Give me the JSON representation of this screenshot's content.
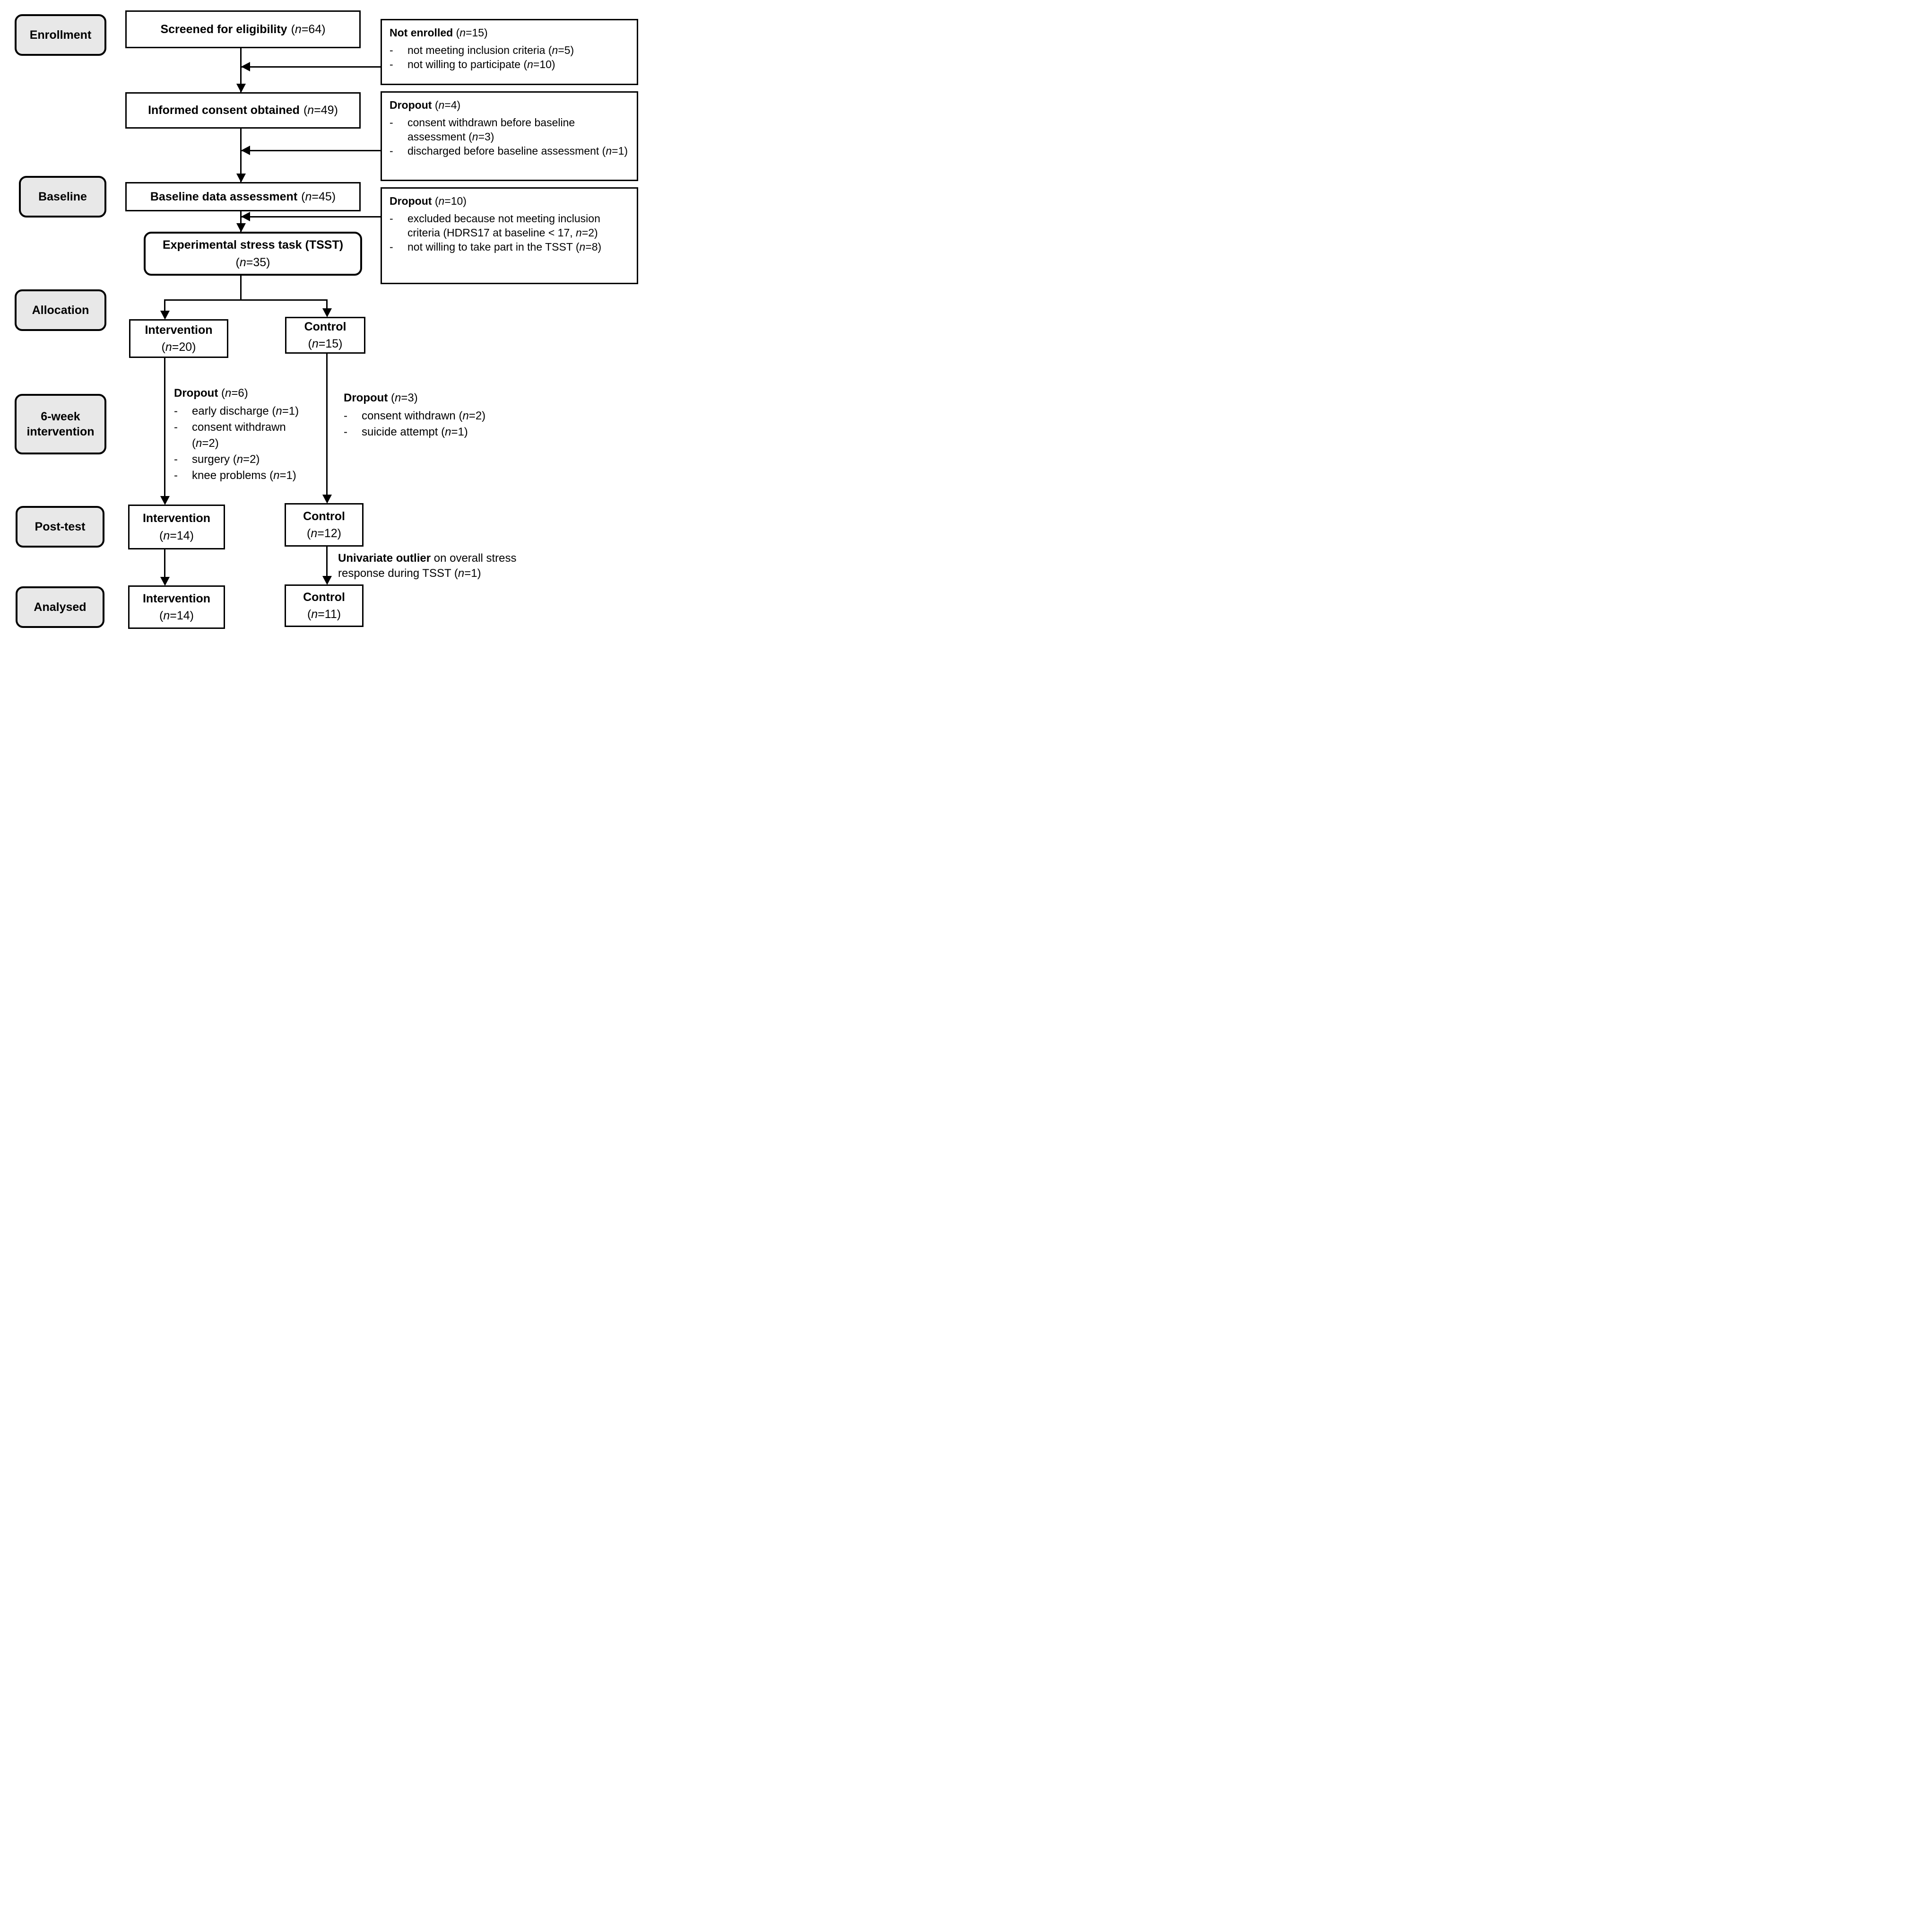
{
  "stages": {
    "enrollment": "Enrollment",
    "baseline": "Baseline",
    "allocation": "Allocation",
    "six_week": "6-week intervention",
    "post_test": "Post-test",
    "analysed": "Analysed"
  },
  "boxes": {
    "screened": {
      "bold": "Screened for eligibility",
      "n": "(n=64)"
    },
    "informed": {
      "bold": "Informed consent obtained",
      "n": "(n=49)"
    },
    "baseline_assessment": {
      "bold": "Baseline data assessment",
      "n": "(n=45)"
    },
    "tsst": {
      "bold": "Experimental stress task (TSST)",
      "n": "(n=35)"
    },
    "alloc_intervention": {
      "bold": "Intervention",
      "n": "(n=20)"
    },
    "alloc_control": {
      "bold": "Control",
      "n": "(n=15)"
    },
    "post_intervention": {
      "bold": "Intervention",
      "n": "(n=14)"
    },
    "post_control": {
      "bold": "Control",
      "n": "(n=12)"
    },
    "analysed_intervention": {
      "bold": "Intervention",
      "n": "(n=14)"
    },
    "analysed_control": {
      "bold": "Control",
      "n": "(n=11)"
    }
  },
  "side_notes": {
    "not_enrolled": {
      "title_bold": "Not enrolled",
      "title_n": "(n=15)",
      "items": [
        "not meeting inclusion criteria (n=5)",
        "not willing to participate (n=10)"
      ]
    },
    "dropout_before_baseline": {
      "title_bold": "Dropout",
      "title_n": "(n=4)",
      "items": [
        "consent withdrawn before baseline assessment (n=3)",
        "discharged before baseline assessment (n=1)"
      ]
    },
    "dropout_before_tsst": {
      "title_bold": "Dropout",
      "title_n": "(n=10)",
      "items": [
        "excluded because not meeting inclusion criteria (HDRS17 at baseline < 17, n=2)",
        "not willing to take part in the TSST (n=8)"
      ]
    },
    "dropout_intervention": {
      "title_bold": "Dropout",
      "title_n": "(n=6)",
      "items": [
        "early discharge (n=1)",
        "consent withdrawn (n=2)",
        "surgery (n=2)",
        "knee problems (n=1)"
      ]
    },
    "dropout_control": {
      "title_bold": "Dropout",
      "title_n": "(n=3)",
      "items": [
        "consent withdrawn (n=2)",
        "suicide attempt (n=1)"
      ]
    },
    "outlier": {
      "bold": "Univariate outlier",
      "rest": "on overall stress response during TSST (n=1)"
    }
  },
  "colors": {
    "label_fill": "#e8e8e8",
    "line": "#000000",
    "background": "#ffffff"
  }
}
